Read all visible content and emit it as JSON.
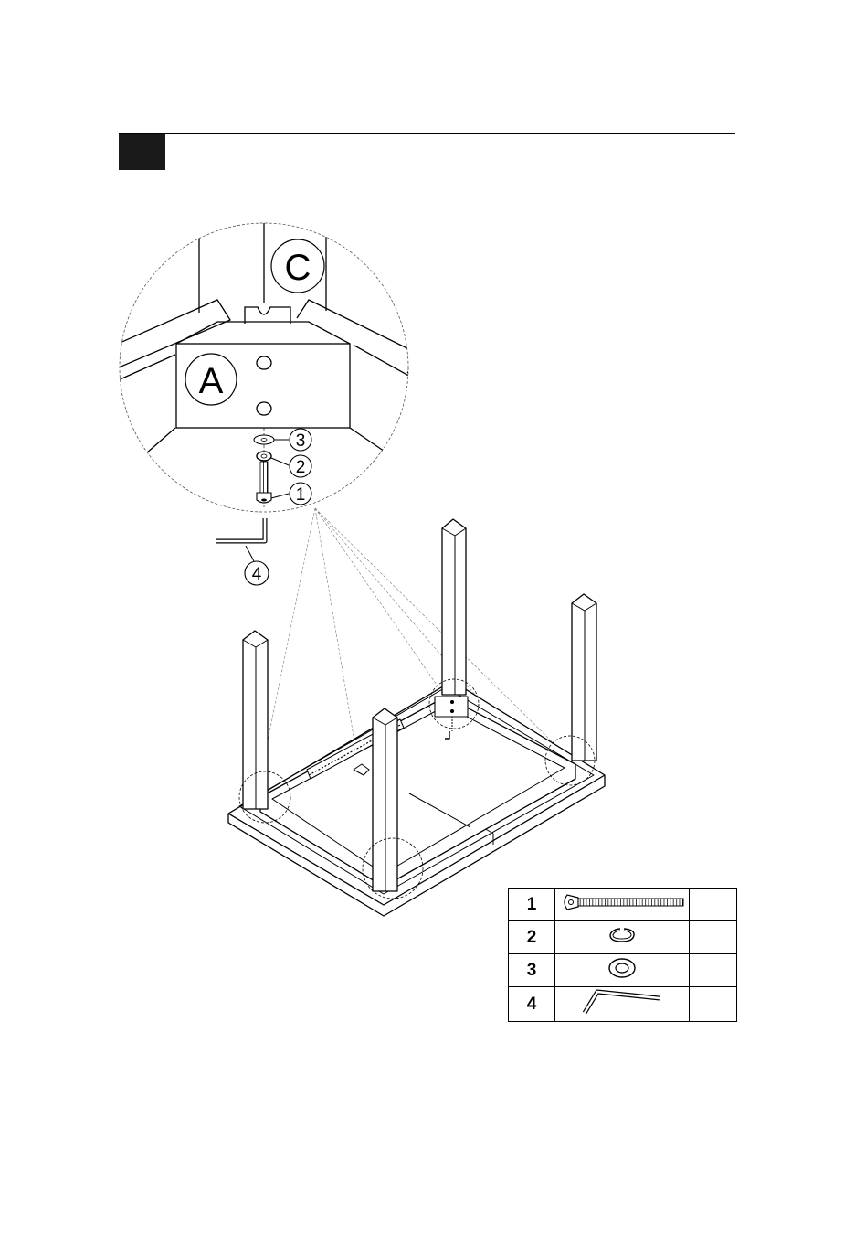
{
  "detail_view": {
    "labels": {
      "leg": "C",
      "bracket": "A"
    },
    "callouts": [
      {
        "id": "bolt",
        "number": "1"
      },
      {
        "id": "spring-washer",
        "number": "2"
      },
      {
        "id": "flat-washer",
        "number": "3"
      },
      {
        "id": "allen-key",
        "number": "4"
      }
    ]
  },
  "parts_table": {
    "rows": [
      {
        "number": "1",
        "icon": "bolt-icon",
        "qty": ""
      },
      {
        "number": "2",
        "icon": "spring-washer-icon",
        "qty": ""
      },
      {
        "number": "3",
        "icon": "flat-washer-icon",
        "qty": ""
      },
      {
        "number": "4",
        "icon": "allen-key-icon",
        "qty": ""
      }
    ]
  },
  "colors": {
    "ink": "#000000",
    "step_box": "#1a1a1a",
    "paper": "#ffffff"
  }
}
